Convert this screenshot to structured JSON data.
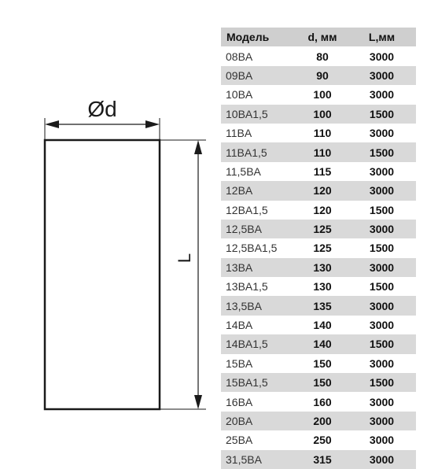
{
  "drawing": {
    "diameter_label": "Ød",
    "length_label": "L"
  },
  "table": {
    "headers": [
      "Модель",
      "d, мм",
      "L,мм"
    ],
    "rows": [
      [
        "08BA",
        "80",
        "3000"
      ],
      [
        "09BA",
        "90",
        "3000"
      ],
      [
        "10BA",
        "100",
        "3000"
      ],
      [
        "10BA1,5",
        "100",
        "1500"
      ],
      [
        "11BA",
        "110",
        "3000"
      ],
      [
        "11BA1,5",
        "110",
        "1500"
      ],
      [
        "11,5BA",
        "115",
        "3000"
      ],
      [
        "12BA",
        "120",
        "3000"
      ],
      [
        "12BA1,5",
        "120",
        "1500"
      ],
      [
        "12,5BA",
        "125",
        "3000"
      ],
      [
        "12,5BA1,5",
        "125",
        "1500"
      ],
      [
        "13BA",
        "130",
        "3000"
      ],
      [
        "13BA1,5",
        "130",
        "1500"
      ],
      [
        "13,5BA",
        "135",
        "3000"
      ],
      [
        "14BA",
        "140",
        "3000"
      ],
      [
        "14BA1,5",
        "140",
        "1500"
      ],
      [
        "15BA",
        "150",
        "3000"
      ],
      [
        "15BA1,5",
        "150",
        "1500"
      ],
      [
        "16BA",
        "160",
        "3000"
      ],
      [
        "20BA",
        "200",
        "3000"
      ],
      [
        "25BA",
        "250",
        "3000"
      ],
      [
        "31,5BA",
        "315",
        "3000"
      ]
    ]
  }
}
